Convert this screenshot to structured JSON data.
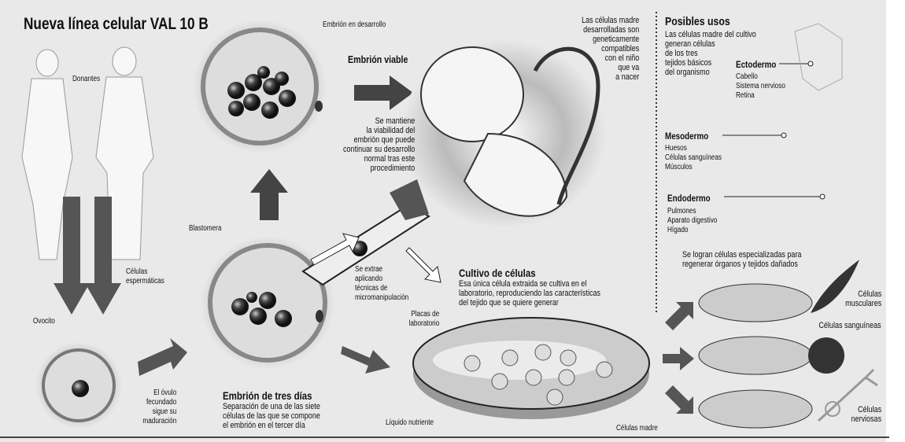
{
  "title": "Nueva línea celular VAL 10 B",
  "labels": {
    "embrion_desarrollo": "Embrión en desarrollo",
    "donantes": "Donantes",
    "embrion_viable": "Embrión viable",
    "viabilidad": "Se mantiene\nla viabilidad del\nembrión que puede\ncontinuar su desarrollo\nnormal tras este\nprocedimiento",
    "compatibles": "Las células madre\ndesarrolladas son\ngeneticamente\ncompatibles\ncon el niño\nque va\na nacer",
    "blastomera": "Blastomera",
    "espermaticas": "Células\nespermáticas",
    "ovocito": "Ovocito",
    "ovulo": "El óvulo\nfecundado\nsigue su\nmaduración",
    "extrae": "Se extrae\naplicando\ntécnicas de\nmicromanipulación",
    "tres_dias_title": "Embrión de tres días",
    "tres_dias_text": "Separación de una de las siete\ncélulas de las que se compone\nel embrión en el tercer día",
    "cultivo_title": "Cultivo de células",
    "cultivo_text": "Esa única célula extraida se cultiva en el\nlaboratorio, reproduciendo las características\ndel tejido que se quiere generar",
    "placas": "Placas de\nlaboratorio",
    "liquido": "Líquido nutriente",
    "celulas_madre": "Células madre"
  },
  "usos": {
    "title": "Posibles usos",
    "intro": "Las células madre del cultivo\ngeneran células\nde los tres\ntejidos básicos\ndel organismo",
    "ecto_title": "Ectodermo",
    "ecto_items": "Cabello\nSistema nervioso\nRetina",
    "meso_title": "Mesodermo",
    "meso_items": "Huesos\nCélulas sanguíneas\nMúsculos",
    "endo_title": "Endodermo",
    "endo_items": "Pulmones\nAparato digestivo\nHígado",
    "especializadas": "Se logran células especializadas para\nregenerar órganos y tejidos dañados",
    "musculares": "Células\nmusculares",
    "sanguineas": "Células sanguíneas",
    "nerviosas": "Células\nnerviosas"
  }
}
